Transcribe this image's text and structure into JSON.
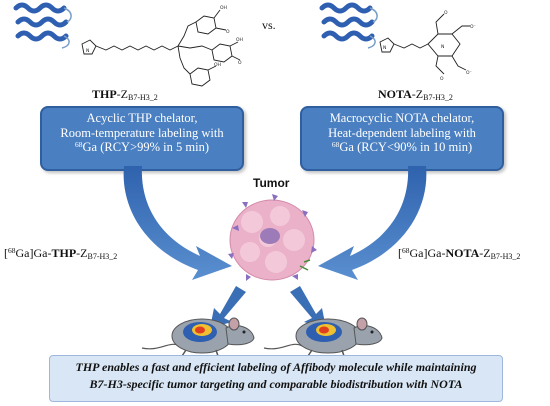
{
  "left_compound": {
    "name_bold": "THP",
    "name_rest": "-Z",
    "name_sub": "B7-H3_2",
    "box_lines": [
      "Acyclic THP chelator,",
      "Room-temperature labeling with",
      "(RCY>99% in 5 min)"
    ],
    "box_iso_sup": "68",
    "box_iso_el": "Ga "
  },
  "vs_label": "vs.",
  "right_compound": {
    "name_bold": "NOTA",
    "name_rest": "-Z",
    "name_sub": "B7-H3_2",
    "box_lines": [
      "Macrocyclic NOTA chelator,",
      "Heat-dependent labeling with",
      "(RCY<90% in 10 min)"
    ],
    "box_iso_sup": "68",
    "box_iso_el": "Ga "
  },
  "tumor_label": "Tumor",
  "left_tracer": {
    "pre": "[",
    "sup": "68",
    "mid": "Ga]Ga-",
    "bold": "THP",
    "rest": "-Z",
    "sub": "B7-H3_2"
  },
  "right_tracer": {
    "pre": "[",
    "sup": "68",
    "mid": "Ga]Ga-",
    "bold": "NOTA",
    "rest": "-Z",
    "sub": "B7-H3_2"
  },
  "conclusion_lines": [
    "THP enables a fast and efficient labeling of Affibody molecule while maintaining",
    "B7-H3-specific tumor targeting and comparable biodistribution with NOTA"
  ],
  "colors": {
    "box_fill": "#4a7fc1",
    "arrow": "#3a6fb5",
    "protein": "#2f5fb0",
    "tumor": "#e7a9c4",
    "bottom_box": "#d9e6f5"
  }
}
